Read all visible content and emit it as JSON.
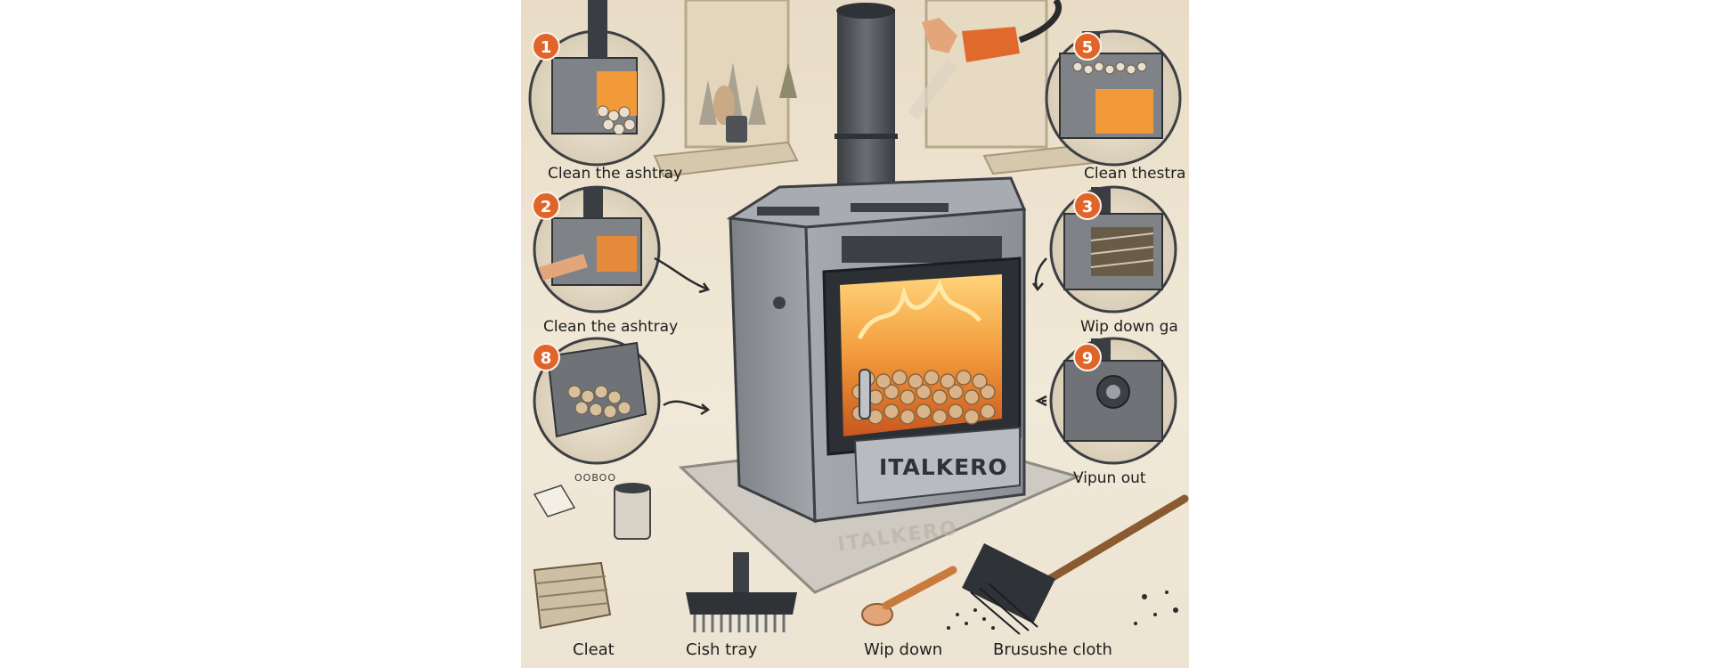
{
  "stove": {
    "brand": "ITALKERO",
    "mat_text": "ITALKERO"
  },
  "steps": [
    {
      "number": "1",
      "caption": "Clean the ashtray"
    },
    {
      "number": "2",
      "caption": "Clean the ashtray"
    },
    {
      "number": "8",
      "caption": ""
    },
    {
      "number": "5",
      "caption": "Clean thestra"
    },
    {
      "number": "3",
      "caption": "Wip down ga"
    },
    {
      "number": "9",
      "caption": "Vipun out"
    }
  ],
  "tools": [
    {
      "name": "cloth-stack",
      "label": "Cleat"
    },
    {
      "name": "vacuum-nozzle",
      "label": "Cish tray"
    },
    {
      "name": "scoop",
      "label": "Wip down"
    },
    {
      "name": "broom",
      "label": "Brusushe cloth"
    }
  ],
  "small_label": "OOBOO",
  "colors": {
    "accent": "#e0652a",
    "background": "#efe7d6",
    "stove_body": "#8b8f94",
    "stove_dark": "#3c3f43",
    "fire": "#f29a3a"
  }
}
